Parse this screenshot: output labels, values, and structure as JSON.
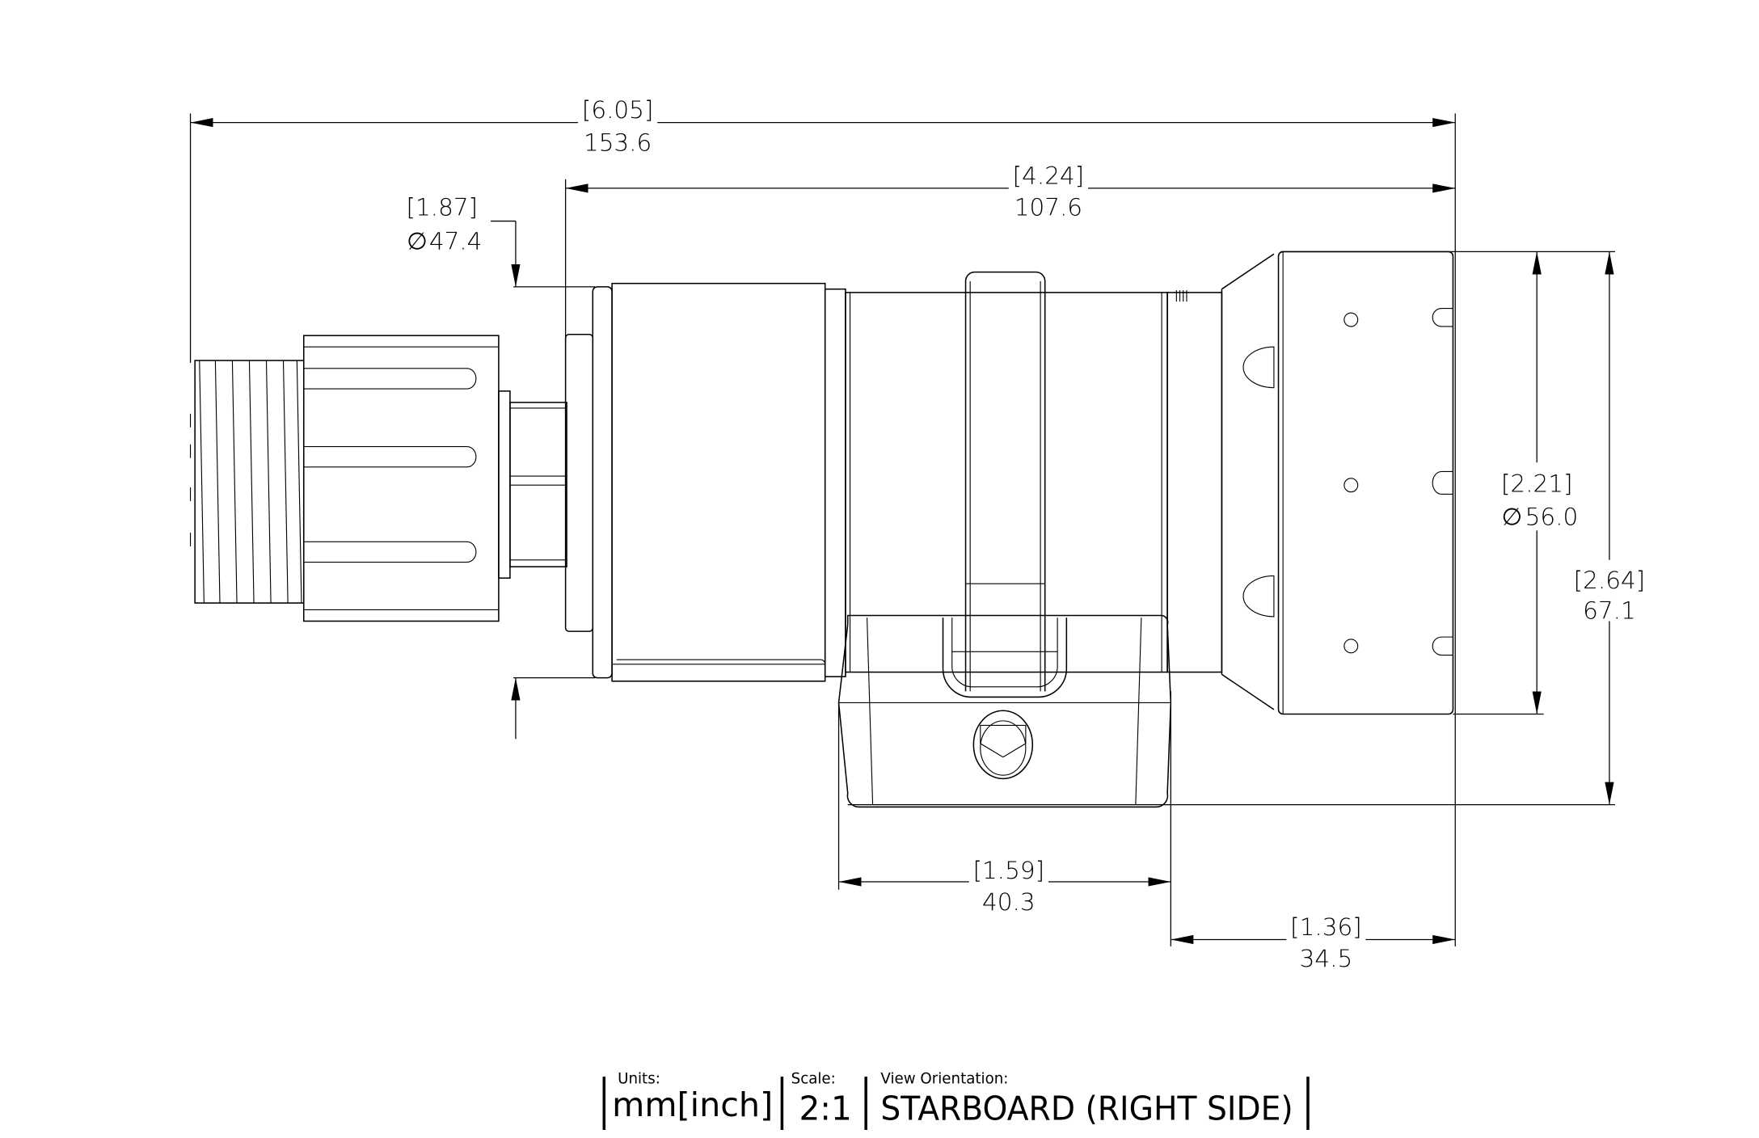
{
  "drawing": {
    "dimensions": {
      "overall_length": {
        "inch": "[6.05]",
        "mm": "153.6"
      },
      "body_length": {
        "inch": "[4.24]",
        "mm": "107.6"
      },
      "body_diameter": {
        "inch": "[1.87]",
        "mm": "47.4",
        "diameter_symbol": "∅"
      },
      "head_diameter": {
        "inch": "[2.21]",
        "mm": "56.0",
        "diameter_symbol": "∅"
      },
      "overall_height": {
        "inch": "[2.64]",
        "mm": "67.1"
      },
      "mount_width": {
        "inch": "[1.59]",
        "mm": "40.3"
      },
      "head_length": {
        "inch": "[1.36]",
        "mm": "34.5"
      }
    }
  },
  "title_block": {
    "units_label": "Units:",
    "units_value": "mm[inch]",
    "scale_label": "Scale:",
    "scale_value": "2:1",
    "orientation_label": "View Orientation:",
    "orientation_value": "STARBOARD (RIGHT SIDE)"
  },
  "colors": {
    "line": "#000000",
    "background": "#ffffff"
  }
}
